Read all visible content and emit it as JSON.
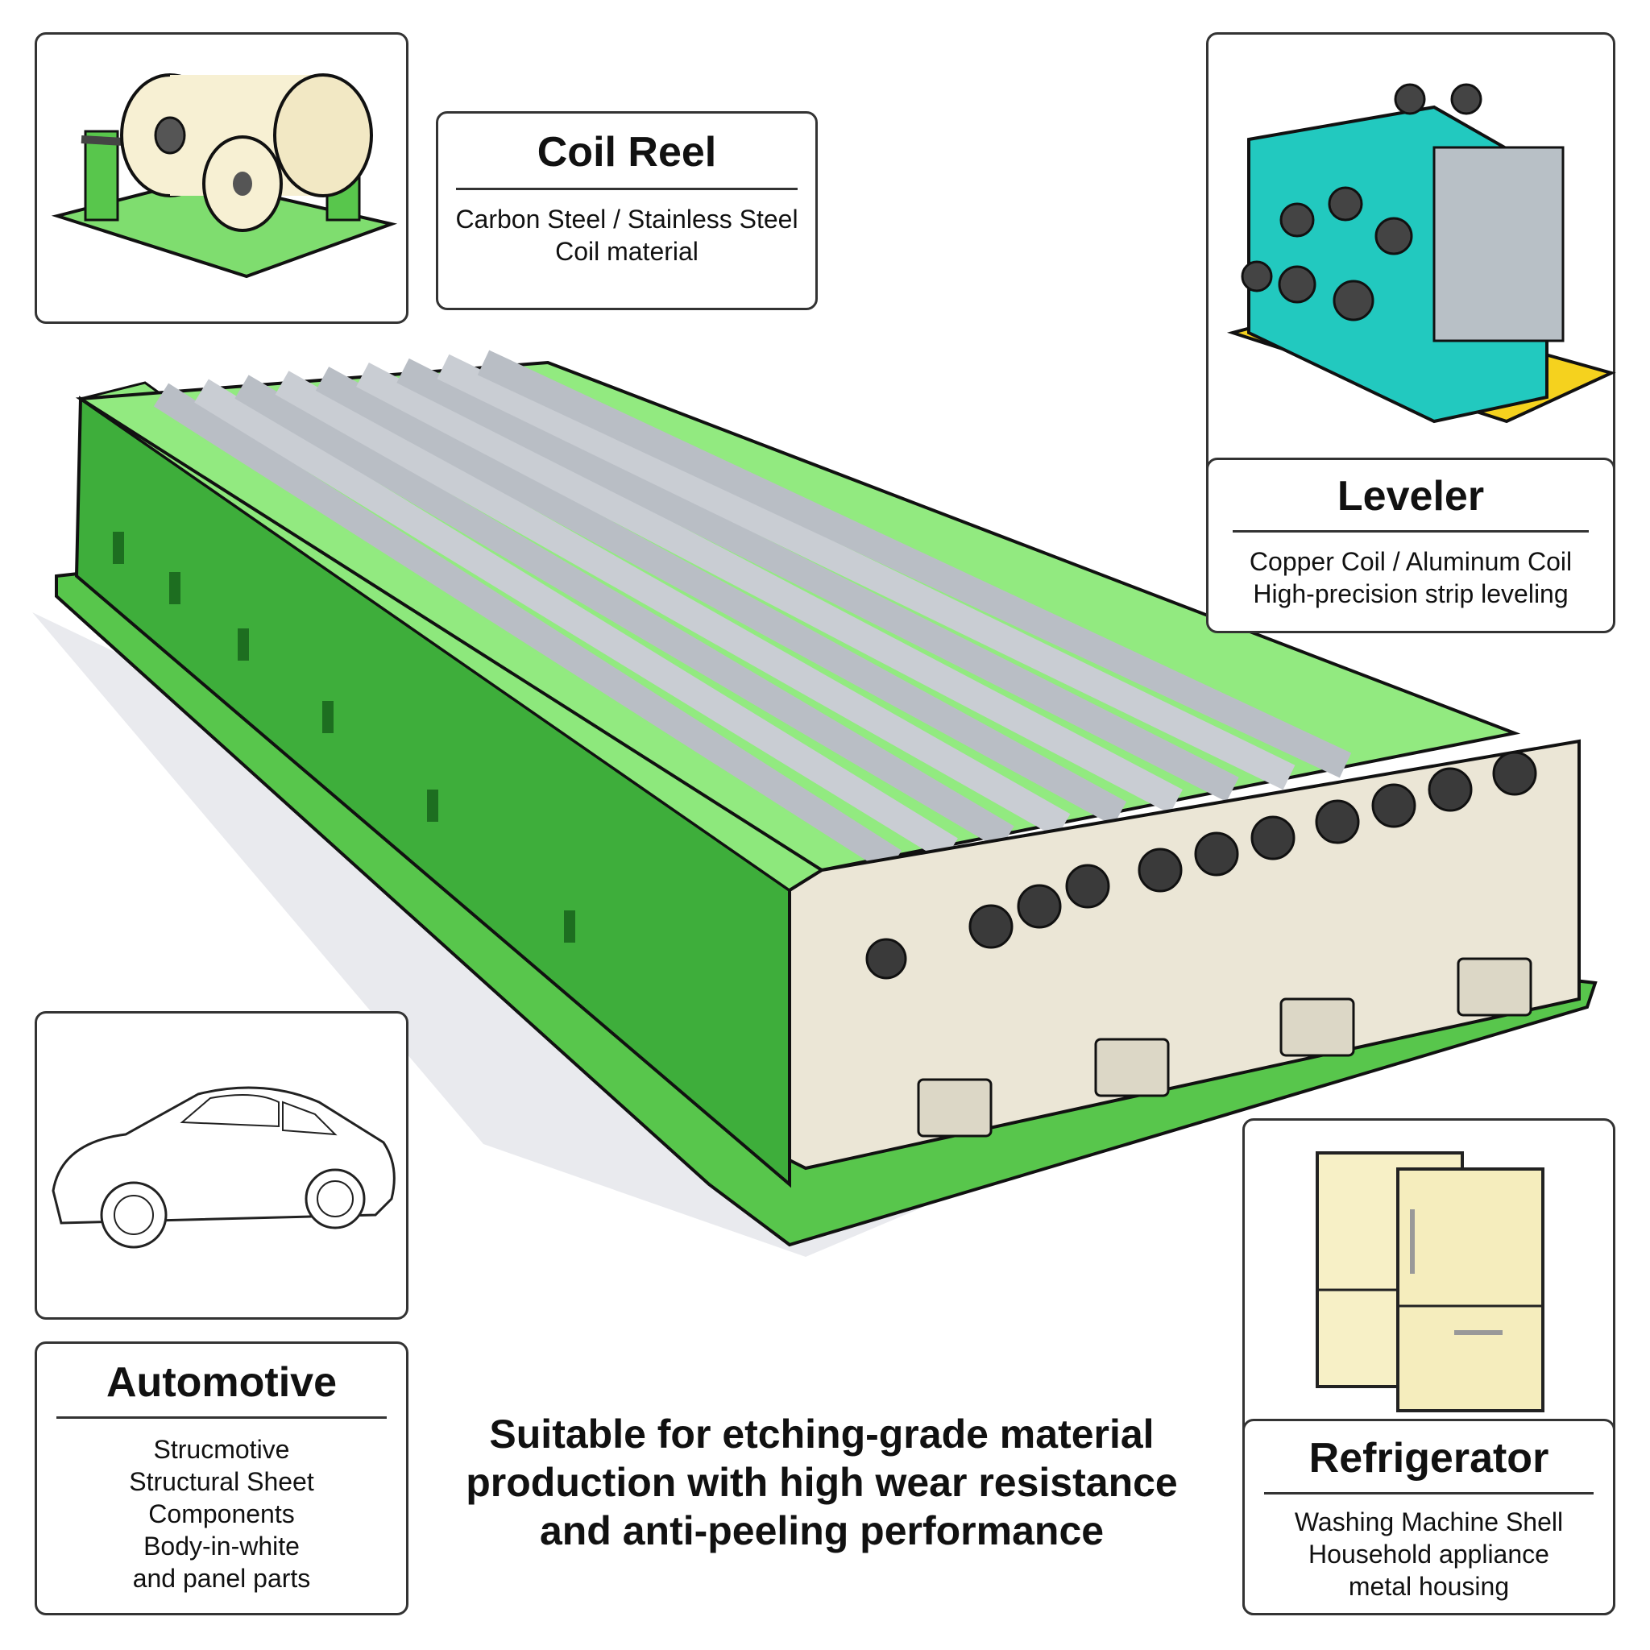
{
  "coil_reel": {
    "title": "Coil Reel",
    "lines": [
      "Carbon Steel / Stainless Steel",
      "Coil material"
    ]
  },
  "leveler": {
    "title": "Leveler",
    "lines": [
      "Copper Coil / Aluminum Coil",
      "High-precision strip leveling"
    ]
  },
  "automotive": {
    "title": "Automotive",
    "lines": [
      "Strucmotive",
      "Structural Sheet",
      "Components",
      "Body-in-white",
      "and panel parts"
    ]
  },
  "refrigerator": {
    "title": "Refrigerator",
    "lines": [
      "Washing Machine Shell",
      "Household appliance",
      "metal housing"
    ]
  },
  "caption": {
    "lines": [
      "Suitable for etching-grade material",
      "production with high wear resistance",
      "and anti-peeling performance"
    ]
  },
  "colors": {
    "machine_green": "#4fbf4a",
    "machine_green_light": "#8de87c",
    "roller_silver": "#c9cdd3",
    "leveler_teal": "#22c9bf",
    "leveler_base_yellow": "#f5d21e",
    "fridge_cream": "#f7f0c6"
  }
}
